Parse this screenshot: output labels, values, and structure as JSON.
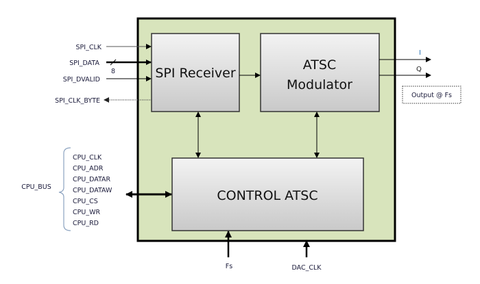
{
  "diagram": {
    "title": "ATSC Modulator System Block Diagram",
    "colors": {
      "outer_fill": "#d8e4bc",
      "block_fill_top": "#f2f2f2",
      "block_fill_bottom": "#c8c8c8",
      "line": "#000000",
      "i_label": "#2e75b6"
    },
    "blocks": {
      "spi_receiver": "SPI Receiver",
      "atsc_modulator_line1": "ATSC",
      "atsc_modulator_line2": "Modulator",
      "control_atsc": "CONTROL ATSC"
    },
    "spi_inputs": {
      "spi_clk": "SPI_CLK",
      "spi_data": "SPI_DATA",
      "spi_data_width": "8",
      "spi_dvalid": "SPI_DVALID",
      "spi_clk_byte": "SPI_CLK_BYTE"
    },
    "outputs": {
      "i": "I",
      "q": "Q",
      "note": "Output @ Fs"
    },
    "cpu_bus": {
      "label": "CPU_BUS",
      "signals": [
        "CPU_CLK",
        "CPU_ADR",
        "CPU_DATAR",
        "CPU_DATAW",
        "CPU_CS",
        "CPU_WR",
        "CPU_RD"
      ]
    },
    "bottom_inputs": {
      "fs": "Fs",
      "dac_clk": "DAC_CLK"
    }
  }
}
